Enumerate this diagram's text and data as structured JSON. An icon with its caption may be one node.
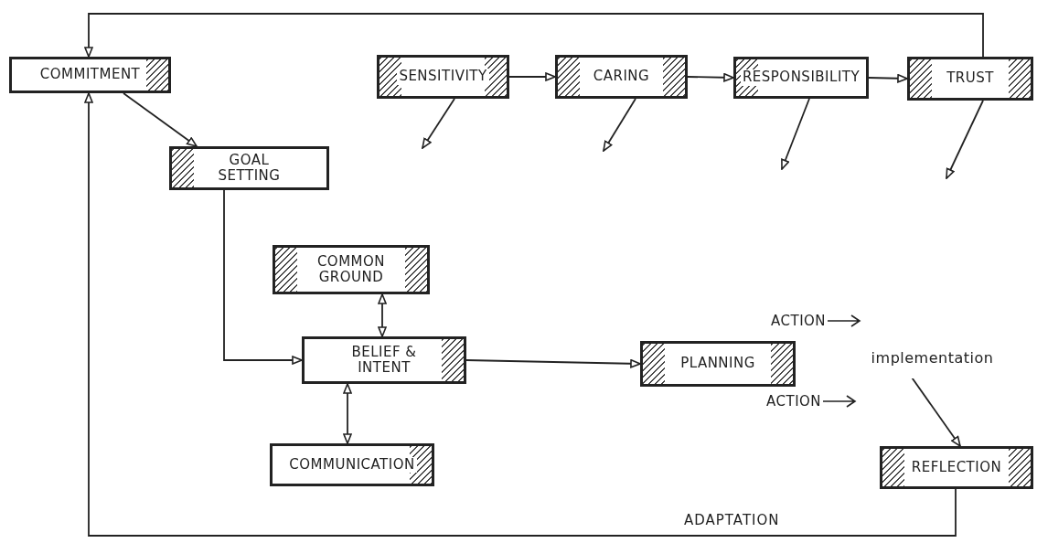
{
  "diagram": {
    "nodes": [
      {
        "text": [
          "COMMITMENT"
        ]
      },
      {
        "text": [
          "SENSITIVITY"
        ]
      },
      {
        "text": [
          "CARING"
        ]
      },
      {
        "text": [
          "RESPONSIBILITY"
        ]
      },
      {
        "text": [
          "TRUST"
        ]
      },
      {
        "text": [
          "GOAL SETTING"
        ]
      },
      {
        "text": [
          "COMMON GROUND"
        ]
      },
      {
        "text": [
          "BELIEF & INTENT"
        ]
      },
      {
        "text": [
          "PLANNING"
        ]
      },
      {
        "text": [
          "implementation"
        ]
      },
      {
        "text": [
          "COMMUNICATION"
        ]
      },
      {
        "text": [
          "REFLECTION"
        ]
      }
    ],
    "edges": [
      {
        "from": 4,
        "to": 0,
        "arrow": "to"
      },
      {
        "from": 0,
        "to": 5,
        "arrow": "to"
      },
      {
        "from": 1,
        "to": 2,
        "arrow": "to"
      },
      {
        "from": 2,
        "to": 3,
        "arrow": "to"
      },
      {
        "from": 3,
        "to": 4,
        "arrow": "to"
      },
      {
        "from": 1,
        "to": null,
        "arrow": "to"
      },
      {
        "from": 2,
        "to": null,
        "arrow": "to"
      },
      {
        "from": 3,
        "to": null,
        "arrow": "to"
      },
      {
        "from": 4,
        "to": null,
        "arrow": "to"
      },
      {
        "from": 5,
        "to": 7,
        "arrow": "to"
      },
      {
        "from": 6,
        "to": 7,
        "arrow": "both"
      },
      {
        "from": 7,
        "to": 10,
        "arrow": "both"
      },
      {
        "from": 7,
        "to": 8,
        "arrow": "to"
      },
      {
        "from": 9,
        "to": 11,
        "arrow": "to"
      },
      {
        "from": 11,
        "to": 0,
        "arrow": "to",
        "label": "ADAPTATION"
      }
    ],
    "labels": [
      "ACTION",
      "ACTION"
    ]
  }
}
